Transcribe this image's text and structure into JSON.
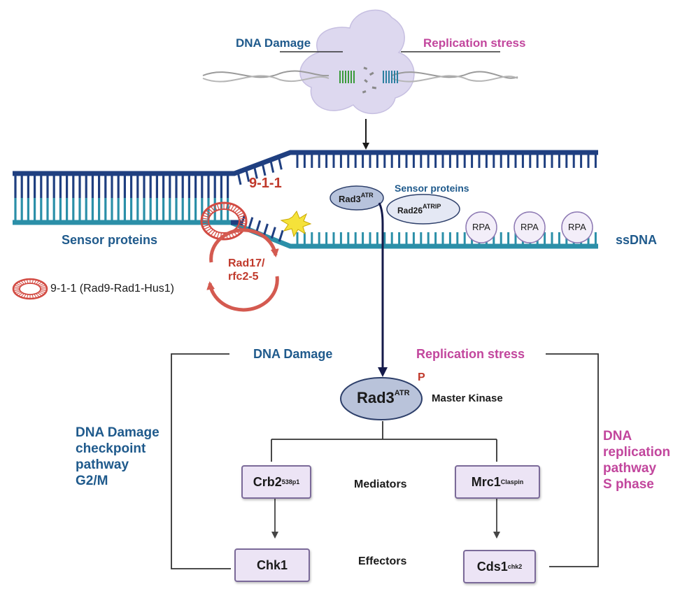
{
  "top": {
    "dna_damage": "DNA Damage",
    "replication_stress": "Replication stress"
  },
  "fork": {
    "nine_one_one": "9-1-1",
    "rad3_base": "Rad3",
    "rad3_sup": "ATR",
    "rad26_base": "Rad26",
    "rad26_sup": "ATRIP",
    "sensor_proteins_right": "Sensor proteins",
    "sensor_proteins_left": "Sensor proteins",
    "rpa": "RPA",
    "ssdna": "ssDNA",
    "rad17_line1": "Rad17/",
    "rad17_line2": "rfc2-5"
  },
  "legend": {
    "clamp_label": "9-1-1 (Rad9-Rad1-Hus1)"
  },
  "pathway": {
    "dna_damage": "DNA Damage",
    "replication_stress": "Replication stress",
    "left_title": "DNA Damage\ncheckpoint\npathway\nG2/M",
    "right_title": "DNA\nreplication\npathway\nS phase",
    "master_base": "Rad3",
    "master_sup": "ATR",
    "phospho": "P",
    "master_kinase": "Master Kinase",
    "mediators": "Mediators",
    "effectors": "Effectors",
    "crb2_base": "Crb2",
    "crb2_sup": "538p1",
    "mrc1_base": "Mrc1",
    "mrc1_sup": "Claspin",
    "chk1": "Chk1",
    "cds1_base": "Cds1",
    "cds1_sup": "chk2"
  },
  "colors": {
    "dna_dark_blue": "#1f3f80",
    "dna_teal": "#2b8fa8",
    "label_blue": "#1f5a8c",
    "label_magenta": "#c2469d",
    "clamp_red": "#c0392b",
    "box_fill": "#ece4f5"
  }
}
